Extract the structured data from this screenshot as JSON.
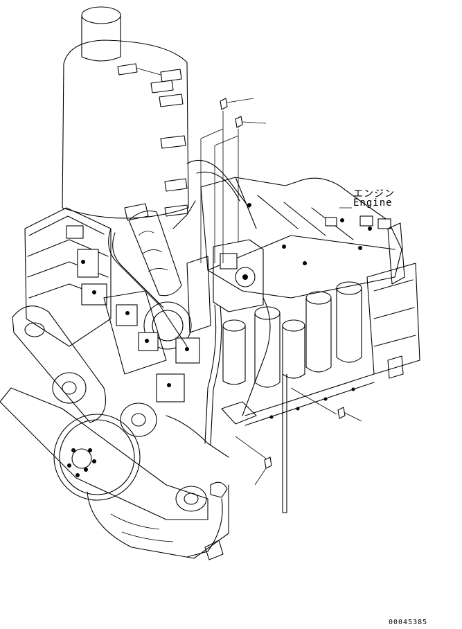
{
  "labels": {
    "engine_jp": "エンジン",
    "engine_en": "Engine"
  },
  "drawing_number": "00045385",
  "line_color": "#000000",
  "background_color": "#ffffff"
}
